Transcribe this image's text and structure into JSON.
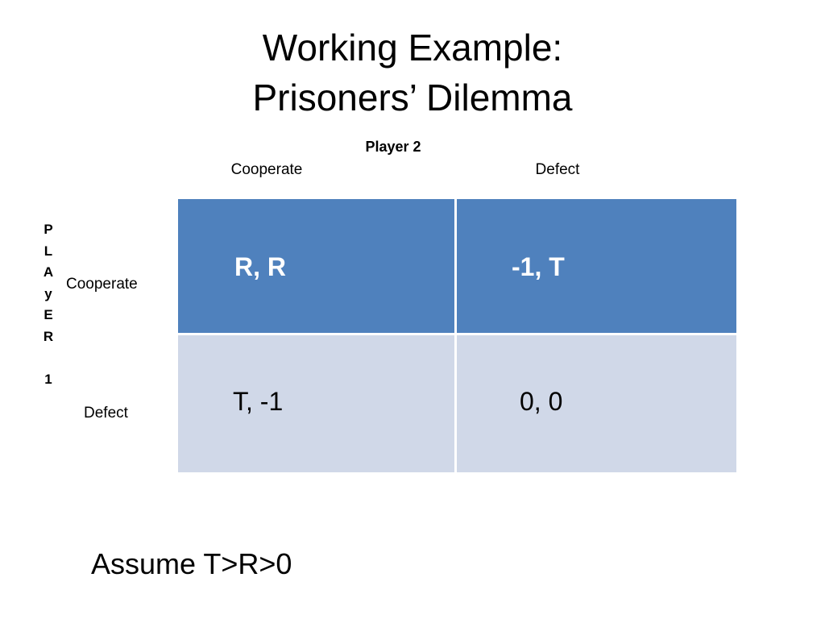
{
  "slide": {
    "title_line1": "Working Example:",
    "title_line2": "Prisoners’ Dilemma",
    "player2_label": "Player 2",
    "player1_letters": [
      "P",
      "L",
      "A",
      "y",
      "E",
      "R",
      "",
      "1"
    ],
    "columns": [
      "Cooperate",
      "Defect"
    ],
    "rows": [
      "Cooperate",
      "Defect"
    ],
    "matrix": [
      [
        "R, R",
        "-1, T"
      ],
      [
        "T, -1",
        "0, 0"
      ]
    ],
    "assumption": "Assume T>R>0",
    "colors": {
      "header_row_fill": "#4f81bd",
      "body_row_fill": "#d0d8e8",
      "border": "#ffffff"
    }
  }
}
